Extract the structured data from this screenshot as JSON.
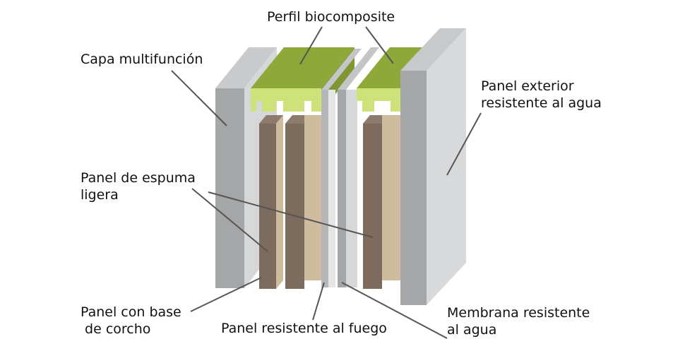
{
  "labels": {
    "profile": "Perfil biocomposite",
    "multifunction": "Capa multifunción",
    "exterior_panel": [
      "Panel exterior",
      "resistente al agua"
    ],
    "foam_panel": [
      "Panel de espuma",
      "ligera"
    ],
    "cork_panel": [
      "Panel con base",
      " de corcho"
    ],
    "fire_panel": "Panel resistente al fuego",
    "membrane": [
      "Membrana resistente",
      "al agua"
    ]
  },
  "colors": {
    "grey_front": "#a5a6a8",
    "grey_side": "#d2d3d5",
    "grey_top": "#c4c5c7",
    "cork": "#7d6b5e",
    "foam": "#cfbb9e",
    "green_top": "#8ea83a",
    "green_light": "#cfe27a",
    "leader": "#555555"
  }
}
